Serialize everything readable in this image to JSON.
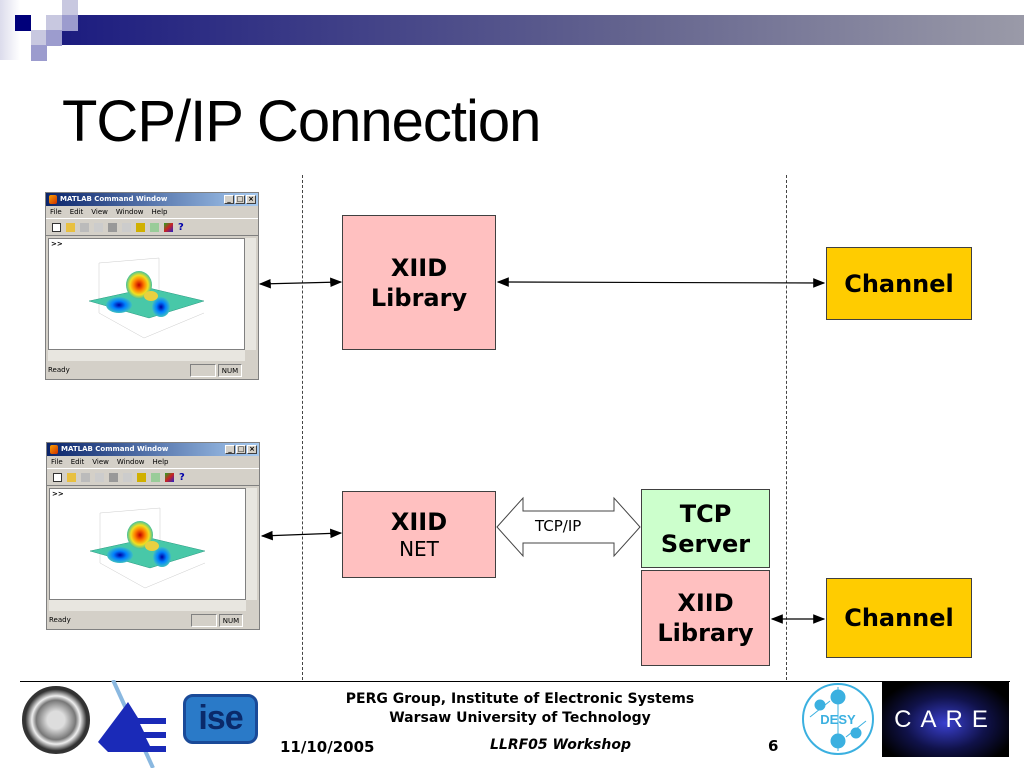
{
  "slide": {
    "title": "TCP/IP Connection",
    "page_number": "6",
    "date": "11/10/2005",
    "event": "LLRF05 Workshop",
    "footer_line1": "PERG Group, Institute of Electronic Systems",
    "footer_line2": "Warsaw University of Technology"
  },
  "matlab_window": {
    "title": "MATLAB Command Window",
    "menu": [
      "File",
      "Edit",
      "View",
      "Window",
      "Help"
    ],
    "prompt": ">>",
    "status_ready": "Ready",
    "status_num": "NUM",
    "controls": [
      "_",
      "□",
      "×"
    ]
  },
  "diagram": {
    "top_row": {
      "library_box": {
        "line1": "XIID",
        "line2": "Library"
      },
      "channel_box": {
        "label": "Channel"
      }
    },
    "bottom_row": {
      "net_box": {
        "line1": "XIID",
        "line2": "NET"
      },
      "link_label": "TCP/IP",
      "server_box": {
        "line1": "TCP",
        "line2": "Server"
      },
      "library_box": {
        "line1": "XIID",
        "line2": "Library"
      },
      "channel_box": {
        "label": "Channel"
      }
    },
    "colors": {
      "xiid": "#ffc0c0",
      "server": "#ccffcc",
      "channel": "#ffcc00"
    }
  },
  "logos": {
    "ise": "ise",
    "desy": "DESY",
    "care": "CARE"
  }
}
